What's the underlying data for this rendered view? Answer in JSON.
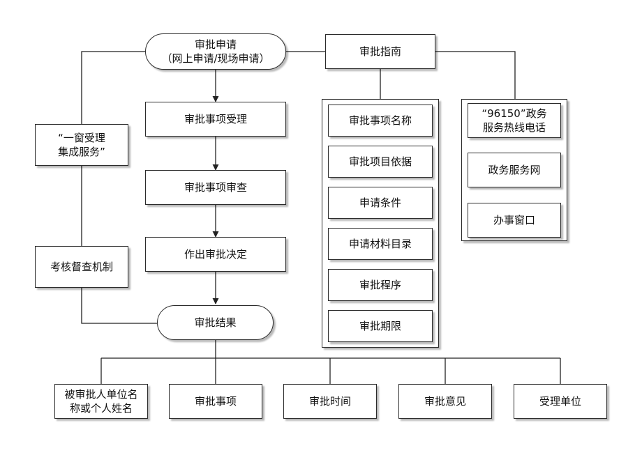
{
  "flow": {
    "apply": {
      "line1": "审批申请",
      "line2": "（网上申请/现场申请）"
    },
    "accept": "审批事项受理",
    "review": "审批事项审查",
    "decide": "作出审批决定",
    "result": "审批结果"
  },
  "side": {
    "one_window": {
      "line1": "“一窗受理",
      "line2": "集成服务”"
    },
    "supervision": "考核督查机制"
  },
  "guide": {
    "title": "审批指南",
    "items": [
      "审批事项名称",
      "审批项目依据",
      "申请条件",
      "申请材料目录",
      "审批程序",
      "审批期限"
    ]
  },
  "channels": {
    "hotline": {
      "line1": "“96150”政务",
      "line2": "服务热线电话"
    },
    "web": "政务服务网",
    "window": "办事窗口"
  },
  "outputs": [
    {
      "line1": "被审批人单位名",
      "line2": "称或个人姓名"
    },
    {
      "line1": "审批事项"
    },
    {
      "line1": "审批时间"
    },
    {
      "line1": "审批意见"
    },
    {
      "line1": "受理单位"
    }
  ]
}
